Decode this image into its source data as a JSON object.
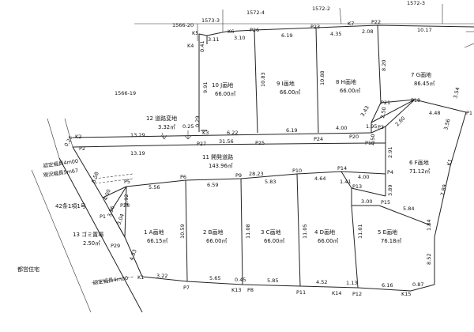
{
  "parcels_outer": {
    "p1566_20": "1566-20",
    "p1573_3": "1573-3",
    "p1572_4": "1572-4",
    "p1572_2": "1572-2",
    "p1572_3": "1572-3",
    "p1566_19": "1566-19"
  },
  "lots": {
    "l10": {
      "label": "10 J画地",
      "area": "66.00㎡"
    },
    "l9": {
      "label": "9 I画地",
      "area": "66.00㎡"
    },
    "l8": {
      "label": "8 H画地",
      "area": "66.00㎡"
    },
    "l7": {
      "label": "7 G画地",
      "area": "86.45㎡"
    },
    "l12": {
      "label": "12 道路変地",
      "area": "3.32㎡"
    },
    "l11": {
      "label": "11 開発道路",
      "area": "143.96㎡"
    },
    "l6": {
      "label": "6 F画地",
      "area": "71.12㎡"
    },
    "l1": {
      "label": "1 A画地",
      "area": "66.15㎡"
    },
    "l2": {
      "label": "2 B画地",
      "area": "66.00㎡"
    },
    "l3": {
      "label": "3 C画地",
      "area": "66.00㎡"
    },
    "l4": {
      "label": "4 D画地",
      "area": "66.00㎡"
    },
    "l5": {
      "label": "5 E画地",
      "area": "76.18㎡"
    },
    "l13": {
      "label": "13 ゴミ置場",
      "area": "2.50㎡"
    }
  },
  "road": {
    "existing_width_1": "認定幅員4m00",
    "current_width": "現況幅員5m67",
    "route": "42条1項1号",
    "existing_width_2": "認定幅員4m00"
  },
  "municipal_housing": "都営住宅",
  "points": {
    "K5": "K5",
    "K4": "K4",
    "K6": "K6",
    "P26": "P26",
    "P23top": "P23",
    "K7": "K7",
    "P22": "P22",
    "K2": "K2",
    "P2": "P2",
    "K3": "K3",
    "P27": "P27",
    "P25": "P25",
    "P24": "P24",
    "P20": "P20",
    "P3": "P3",
    "P19": "P19",
    "P21": "P21",
    "P18": "P18",
    "P17": "P1",
    "P5": "P5",
    "P6": "P6",
    "P9": "P9",
    "P10": "P10",
    "P14": "P14",
    "P13": "P13",
    "P4": "P4",
    "P15": "P15",
    "P28": "P28",
    "P1": "P1",
    "P29": "P29",
    "K1": "K1",
    "P7": "P7",
    "K13": "K13",
    "P8": "P8",
    "P11": "P11",
    "K14": "K14",
    "P12": "P12",
    "K15": "K15",
    "K1b": "K1"
  },
  "dims": {
    "d3_11": "3.11",
    "d3_10": "3.10",
    "d6_19": "6.19",
    "d4_35": "4.35",
    "d2_08": "2.08",
    "d10_17": "10.17",
    "d0_41": "0.41",
    "d9_91": "9.91",
    "d10_83": "10.83",
    "d10_88": "10.88",
    "d8_20": "8.20",
    "d13_29": "13.29",
    "d0_25": "0.25",
    "d0_29": "0.29",
    "d13_19": "13.19",
    "d6_22": "6.22",
    "d31_56": "31.56",
    "d6_19b": "6.19",
    "d4_00": "4.00",
    "d1_95": "1.95",
    "d3_43": "3.43",
    "d2_50": "2.50",
    "d2_60": "2.60",
    "d4_48": "4.48",
    "d3_54": "3.54",
    "d3_56": "3.56",
    "d4_50": "4.50",
    "d2_91": "2.91",
    "d0_26": "0.26",
    "d5_56": "5.56",
    "d6_59": "6.59",
    "d28_23": "28.23",
    "d5_83": "5.83",
    "d4_64": "4.64",
    "d4_00b": "4.00",
    "d1_41": "1.41",
    "d3_89": "3.89",
    "d7_89": "7.89",
    "d3_00": "3.00",
    "d5_84": "5.84",
    "d10_59": "10.59",
    "d11_08": "11.08",
    "d11_05": "11.05",
    "d11_01": "11.01",
    "d1_84": "1.84",
    "d8_52": "8.52",
    "d3_22": "3.22",
    "d5_65": "5.65",
    "d0_45": "0.45",
    "d5_85": "5.85",
    "d4_52": "4.52",
    "d1_13": "1.13",
    "d6_16": "6.16",
    "d0_87": "0.87",
    "d4_00c": "4.00",
    "d3_36": "3.36",
    "d3_04": "3.04",
    "d2_92": "2.92",
    "d4_33": "4.33",
    "d8_58": "8.58"
  }
}
